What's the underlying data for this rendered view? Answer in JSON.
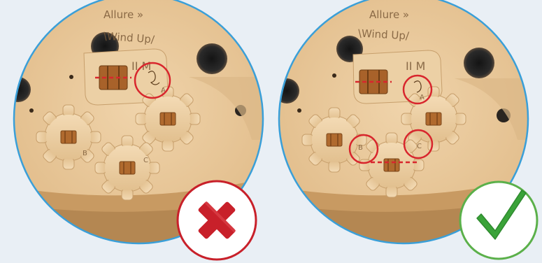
{
  "panels": [
    {
      "engraving": "Allure »",
      "wind_label": "\\Wind Up/",
      "im_label": "II M",
      "gear_marks": [
        "A",
        "B",
        "C"
      ],
      "verdict": "incorrect",
      "verdict_icon": "cross-icon"
    },
    {
      "engraving": "Allure »",
      "wind_label": "\\Wind Up/",
      "im_label": "II M",
      "gear_marks": [
        "A",
        "B",
        "C"
      ],
      "verdict": "correct",
      "verdict_icon": "checkmark-icon"
    }
  ],
  "colors": {
    "background": "#e9eff5",
    "circle_border": "#3a9fd8",
    "wood": "#e8c79b",
    "wood_dark": "#d7b07c",
    "highlight_red": "#d8262d",
    "cross_red": "#c8202a",
    "check_green": "#3aa339",
    "check_border": "#5bb04a"
  }
}
